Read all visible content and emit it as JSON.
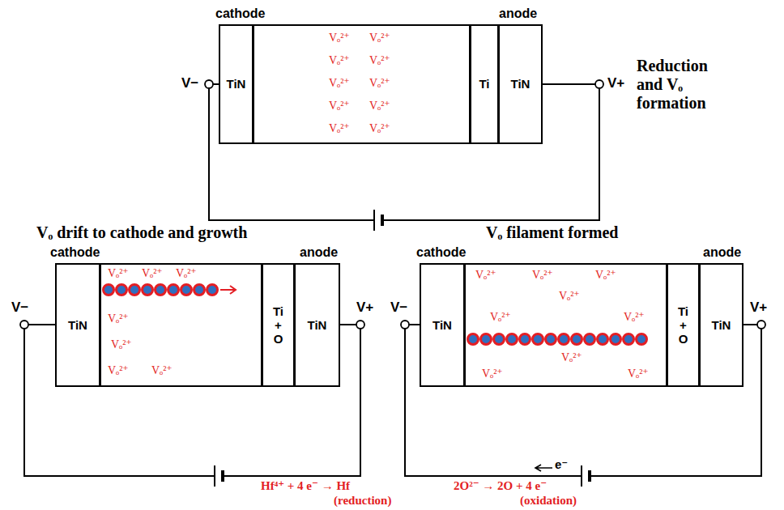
{
  "diagram": {
    "nodes": [
      {
        "text": [
          "cathode",
          "anode"
        ]
      },
      {
        "text": [
          "TiN"
        ],
        "in": 0
      },
      {
        "text": [
          "Vₒ²⁺",
          "Vₒ²⁺",
          "Vₒ²⁺",
          "Vₒ²⁺",
          "Vₒ²⁺",
          "Vₒ²⁺",
          "Vₒ²⁺",
          "Vₒ²⁺",
          "Vₒ²⁺",
          "Vₒ²⁺"
        ],
        "in": 0
      },
      {
        "text": [
          "Ti"
        ],
        "in": 0
      },
      {
        "text": [
          "TiN"
        ],
        "in": 0
      },
      {
        "text": [
          "cathode",
          "anode"
        ]
      },
      {
        "text": [
          "TiN"
        ],
        "in": 5
      },
      {
        "text": [
          "Vₒ²⁺",
          "Vₒ²⁺",
          "Vₒ²⁺",
          "Vₒ²⁺",
          "Vₒ²⁺",
          "Vₒ²⁺",
          "Vₒ²⁺"
        ],
        "in": 5
      },
      {
        "text": [
          "Ti + O"
        ],
        "in": 5
      },
      {
        "text": [
          "TiN"
        ],
        "in": 5
      },
      {
        "text": [
          "cathode",
          "anode"
        ]
      },
      {
        "text": [
          "TiN"
        ],
        "in": 10
      },
      {
        "text": [
          "Vₒ²⁺",
          "Vₒ²⁺",
          "Vₒ²⁺",
          "Vₒ²⁺",
          "Vₒ²⁺",
          "Vₒ²⁺",
          "Vₒ²⁺",
          "Vₒ²⁺",
          "Vₒ²⁺"
        ],
        "in": 10
      },
      {
        "text": [
          "Ti + O"
        ],
        "in": 10
      },
      {
        "text": [
          "TiN"
        ],
        "in": 10
      }
    ],
    "labels": [
      "V−",
      "V+",
      "Reduction and Vₒ formation",
      "V−",
      "V+",
      "Vₒ drift to cathode and growth",
      "V−",
      "V+",
      "Vₒ filament formed",
      "e⁻",
      "Hf⁴⁺ + 4 e⁻ → Hf",
      "2O²⁻ → 2O + 4 e⁻",
      "(reduction)",
      "(oxidation)"
    ]
  }
}
